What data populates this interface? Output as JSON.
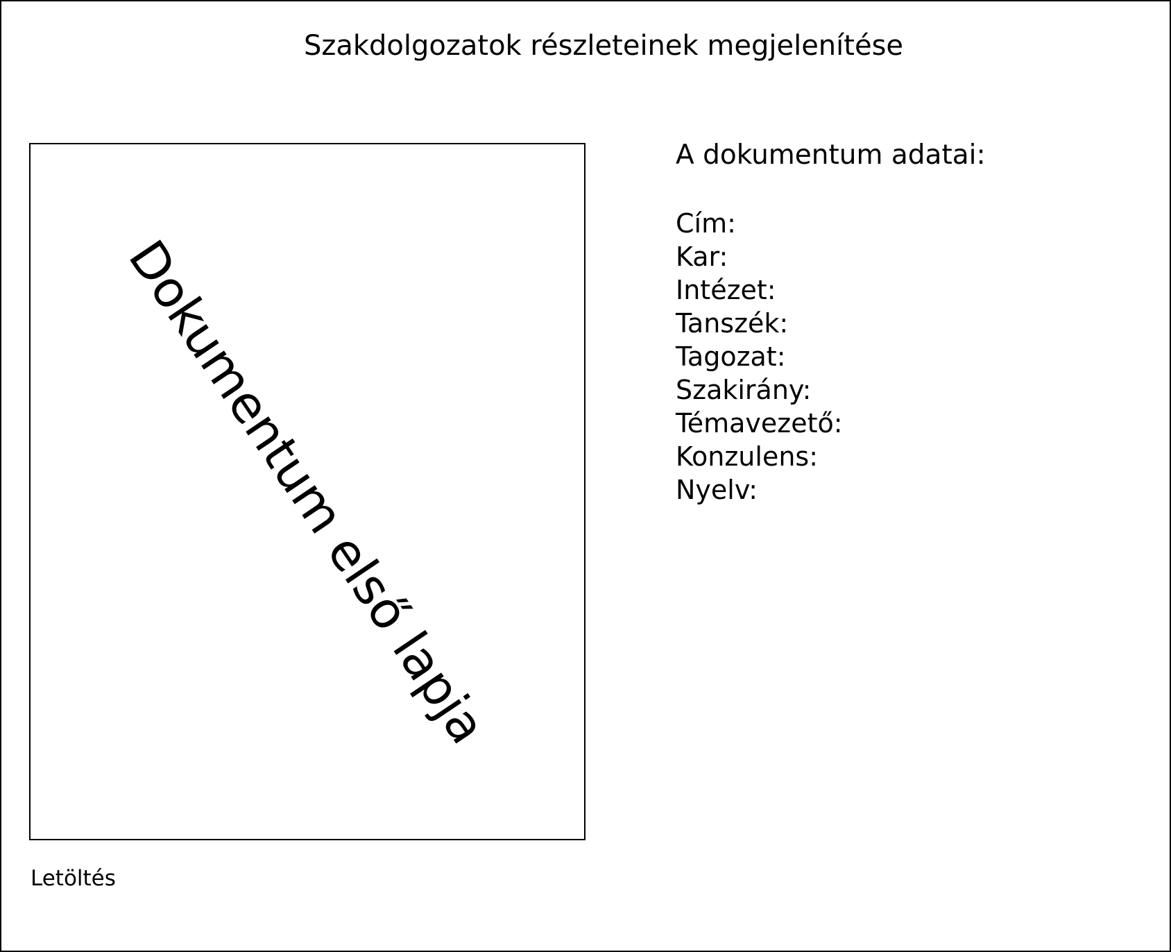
{
  "header": {
    "title": "Szakdolgozatok részleteinek megjelenítése"
  },
  "preview": {
    "placeholder_text": "Dokumentum első lapja"
  },
  "actions": {
    "download_label": "Letöltés"
  },
  "details": {
    "heading": "A dokumentum adatai:",
    "fields": [
      {
        "label": "Cím:"
      },
      {
        "label": "Kar:"
      },
      {
        "label": "Intézet:"
      },
      {
        "label": "Tanszék:"
      },
      {
        "label": "Tagozat:"
      },
      {
        "label": "Szakirány:"
      },
      {
        "label": "Témavezető:"
      },
      {
        "label": "Konzulens:"
      },
      {
        "label": "Nyelv:"
      }
    ]
  }
}
